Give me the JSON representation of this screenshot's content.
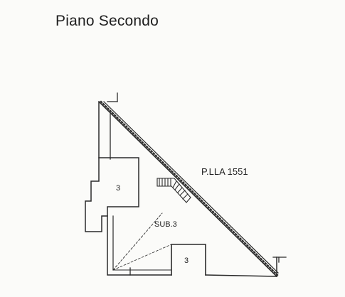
{
  "header": {
    "title": "Piano Secondo"
  },
  "plan": {
    "parcel_label": "P.LLA 1551",
    "sub_label": "SUB.3",
    "room_upper_number": "3",
    "room_lower_number": "3"
  },
  "colors": {
    "ink": "#2a2a2a",
    "paper": "#fbfbf9"
  }
}
